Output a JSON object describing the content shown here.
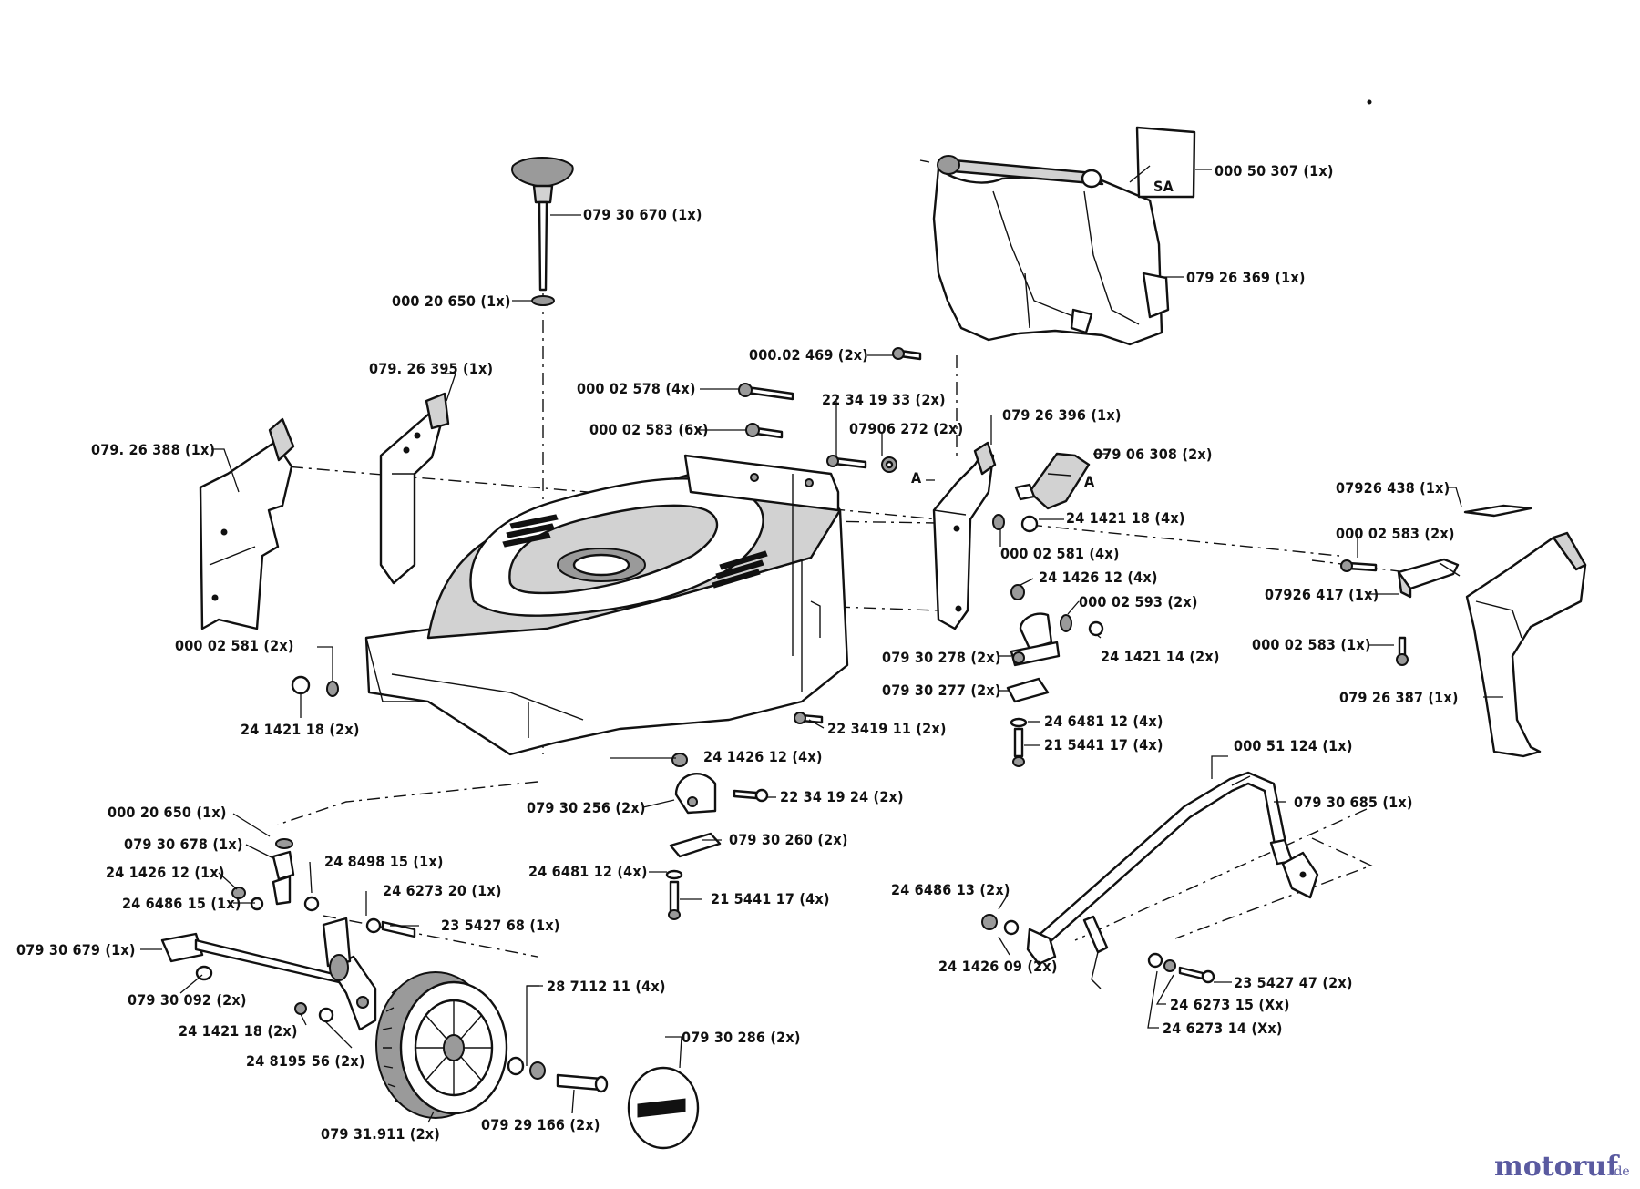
{
  "watermark": {
    "main": "motoruf",
    "suffix": ".de",
    "color": "#5a5aa0"
  },
  "markers": {
    "a_lower": "A",
    "a_upper": "A",
    "sa": "SA"
  },
  "labels": [
    {
      "id": "079-30-670",
      "text": "079 30 670  (1x)"
    },
    {
      "id": "000-20-650-top",
      "text": "000 20 650  (1x)"
    },
    {
      "id": "079-26-395",
      "text": "079. 26 395  (1x)"
    },
    {
      "id": "079-26-388",
      "text": "079. 26 388  (1x)"
    },
    {
      "id": "000-02-578",
      "text": "000 02 578  (4x)"
    },
    {
      "id": "000-02-583-6x",
      "text": "000 02 583   (6x)"
    },
    {
      "id": "000-02-469",
      "text": "000.02 469  (2x)"
    },
    {
      "id": "22-34-19-33",
      "text": "22 34 19 33  (2x)"
    },
    {
      "id": "079-06-272",
      "text": "07906 272  (2x)"
    },
    {
      "id": "079-26-396",
      "text": "079 26 396  (1x)"
    },
    {
      "id": "079-06-308",
      "text": "079 06 308  (2x)"
    },
    {
      "id": "000-50-307",
      "text": "000 50 307  (1x)"
    },
    {
      "id": "079-26-369",
      "text": "079 26 369  (1x)"
    },
    {
      "id": "24-14-21-18-4x",
      "text": "24 1421 18  (4x)"
    },
    {
      "id": "000-02-581-4x",
      "text": "000 02 581  (4x)"
    },
    {
      "id": "079-26-438",
      "text": "07926 438  (1x)"
    },
    {
      "id": "000-02-583-2x",
      "text": "000 02 583  (2x)"
    },
    {
      "id": "079-26-417",
      "text": "07926 417  (1x)"
    },
    {
      "id": "000-02-583-1x",
      "text": "000 02 583  (1x)"
    },
    {
      "id": "079-26-387",
      "text": "079 26 387  (1x)"
    },
    {
      "id": "24-14-26-12-4x-right",
      "text": "24 1426 12  (4x)"
    },
    {
      "id": "000-02-593",
      "text": "000 02 593  (2x)"
    },
    {
      "id": "24-14-21-14",
      "text": "24 1421 14  (2x)"
    },
    {
      "id": "079-30-278",
      "text": "079 30 278  (2x)"
    },
    {
      "id": "079-30-277",
      "text": "079 30 277  (2x)"
    },
    {
      "id": "24-64-81-12-right",
      "text": "24 6481 12  (4x)"
    },
    {
      "id": "21-54-41-17-right",
      "text": "21 5441 17  (4x)"
    },
    {
      "id": "22-34-19-11",
      "text": "22 3419 11  (2x)"
    },
    {
      "id": "000-02-581-2x",
      "text": "000 02 581  (2x)"
    },
    {
      "id": "24-14-21-18-2x",
      "text": "24 1421 18  (2x)"
    },
    {
      "id": "24-14-26-12-4x-mid",
      "text": "24 1426 12  (4x)"
    },
    {
      "id": "079-30-256",
      "text": "079 30 256  (2x)"
    },
    {
      "id": "22-34-19-24",
      "text": "22  34 19 24  (2x)"
    },
    {
      "id": "079-30-260",
      "text": "079 30 260  (2x)"
    },
    {
      "id": "24-64-81-12-mid",
      "text": "24 6481 12  (4x)"
    },
    {
      "id": "21-54-41-17-mid",
      "text": "21 5441 17  (4x)"
    },
    {
      "id": "000-51-124",
      "text": "000 51 124  (1x)"
    },
    {
      "id": "079-30-685",
      "text": "079 30 685  (1x)"
    },
    {
      "id": "24-64-86-13",
      "text": "24 6486 13  (2x)"
    },
    {
      "id": "24-14-26-09",
      "text": "24 1426 09  (2x)"
    },
    {
      "id": "23-54-27-47",
      "text": "23 5427 47  (2x)"
    },
    {
      "id": "24-62-73-15",
      "text": "24 6273 15  (Xx)"
    },
    {
      "id": "24-62-73-14",
      "text": "24 6273 14  (Xx)"
    },
    {
      "id": "000-20-650-left",
      "text": "000 20 650  (1x)"
    },
    {
      "id": "079-30-678",
      "text": "079 30 678  (1x)"
    },
    {
      "id": "24-84-98-15",
      "text": "24 8498 15  (1x)"
    },
    {
      "id": "24-14-26-12-1x",
      "text": "24 1426 12  (1x)"
    },
    {
      "id": "24-64-86-15",
      "text": "24 6486 15  (1x)"
    },
    {
      "id": "24-62-73-20",
      "text": "24 6273 20  (1x)"
    },
    {
      "id": "23-54-27-68",
      "text": "23 5427 68  (1x)"
    },
    {
      "id": "079-30-679",
      "text": "079 30 679  (1x)"
    },
    {
      "id": "079-30-092",
      "text": "079 30 092  (2x)"
    },
    {
      "id": "24-14-21-18-2x-wheel",
      "text": "24 1421 18  (2x)"
    },
    {
      "id": "24-81-95-56",
      "text": "24 8195 56  (2x)"
    },
    {
      "id": "28-71-12-11",
      "text": "28 7112 11  (4x)"
    },
    {
      "id": "079-30-286",
      "text": "079 30 286  (2x)"
    },
    {
      "id": "079-29-166",
      "text": "079 29 166  (2x)"
    },
    {
      "id": "079-31-911",
      "text": "079 31.911  (2x)"
    }
  ]
}
